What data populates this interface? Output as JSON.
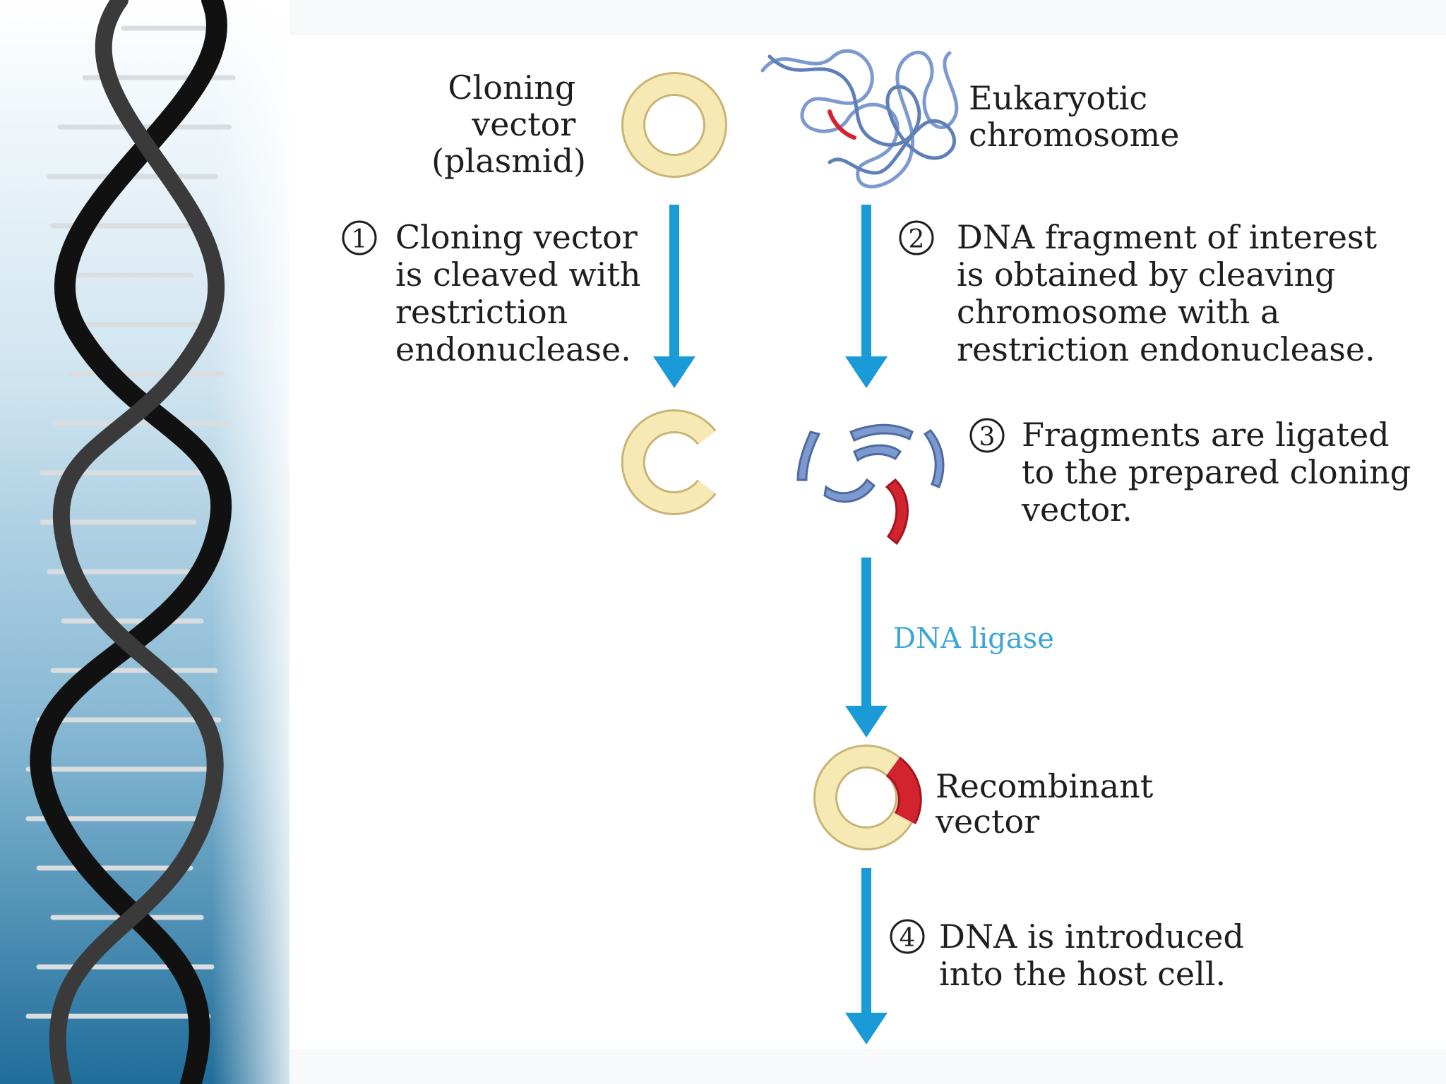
{
  "labels": {
    "cloning_vector": [
      "Cloning",
      "vector",
      "(plasmid)"
    ],
    "eukaryotic_chromosome": [
      "Eukaryotic",
      "chromosome"
    ],
    "recombinant_vector": [
      "Recombinant",
      "vector"
    ],
    "dna_ligase": "DNA ligase"
  },
  "steps": [
    {
      "number": "1",
      "lines": [
        "Cloning vector",
        "is cleaved with",
        "restriction",
        "endonuclease."
      ]
    },
    {
      "number": "2",
      "lines": [
        "DNA fragment of interest",
        "is obtained by cleaving",
        "chromosome with a",
        "restriction endonuclease."
      ]
    },
    {
      "number": "3",
      "lines": [
        "Fragments are ligated",
        "to the prepared cloning",
        "vector."
      ]
    },
    {
      "number": "4",
      "lines": [
        "DNA is introduced",
        "into the host cell."
      ]
    }
  ],
  "colors": {
    "arrow": "#1a9ad6",
    "ligase_text": "#3aa6d8",
    "plasmid_fill": "#f6e9b4",
    "plasmid_stroke": "#c8b474",
    "chromosome": "#6f8ec4",
    "insert": "#d3232e",
    "text": "#1e1e1e"
  },
  "icons": [
    "dna-double-helix-icon",
    "plasmid-ring-icon",
    "chromosome-icon",
    "down-arrow-icon"
  ]
}
